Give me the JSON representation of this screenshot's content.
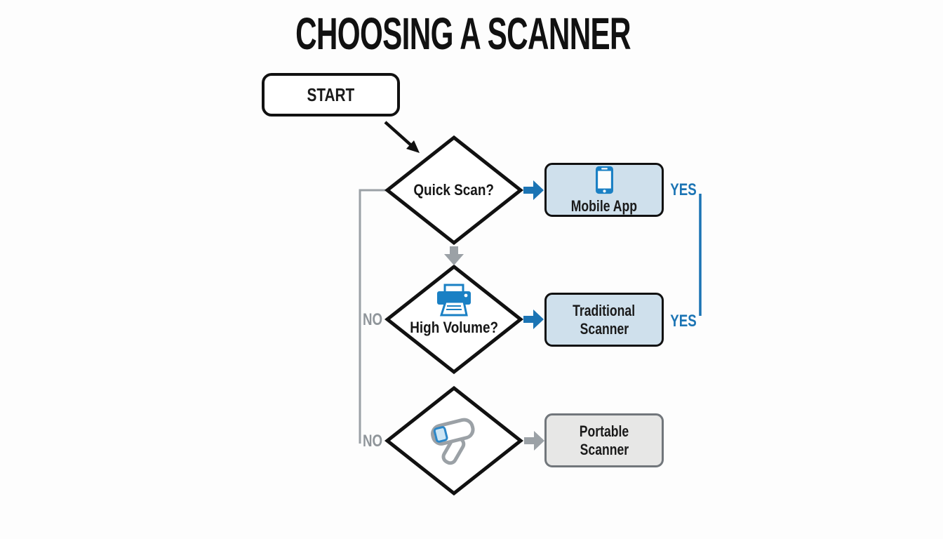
{
  "title": "CHOOSING A SCANNER",
  "colors": {
    "accent_blue": "#1b74b4",
    "icon_blue": "#1a80c4",
    "decision_box_blue_fill": "#cfe0ec",
    "connector_gray": "#9ba1a6",
    "no_label_gray": "#8f959a",
    "portable_fill": "#e7e7e6",
    "portable_border": "#71767b",
    "outline_black": "#111111"
  },
  "nodes": {
    "start": {
      "label": "START"
    },
    "decision1": {
      "label": "Quick Scan?"
    },
    "decision2": {
      "label": "High Volume?",
      "icon": "printer-icon"
    },
    "decision3": {
      "icon": "barcode-scanner-icon"
    },
    "result1": {
      "label": "Mobile App",
      "icon": "smartphone-icon"
    },
    "result2": {
      "line1": "Traditional",
      "line2": "Scanner"
    },
    "result3": {
      "line1": "Portable",
      "line2": "Scanner"
    }
  },
  "edges": {
    "yes1": "YES",
    "yes2": "YES",
    "no1": "NO",
    "no2": "NO"
  }
}
